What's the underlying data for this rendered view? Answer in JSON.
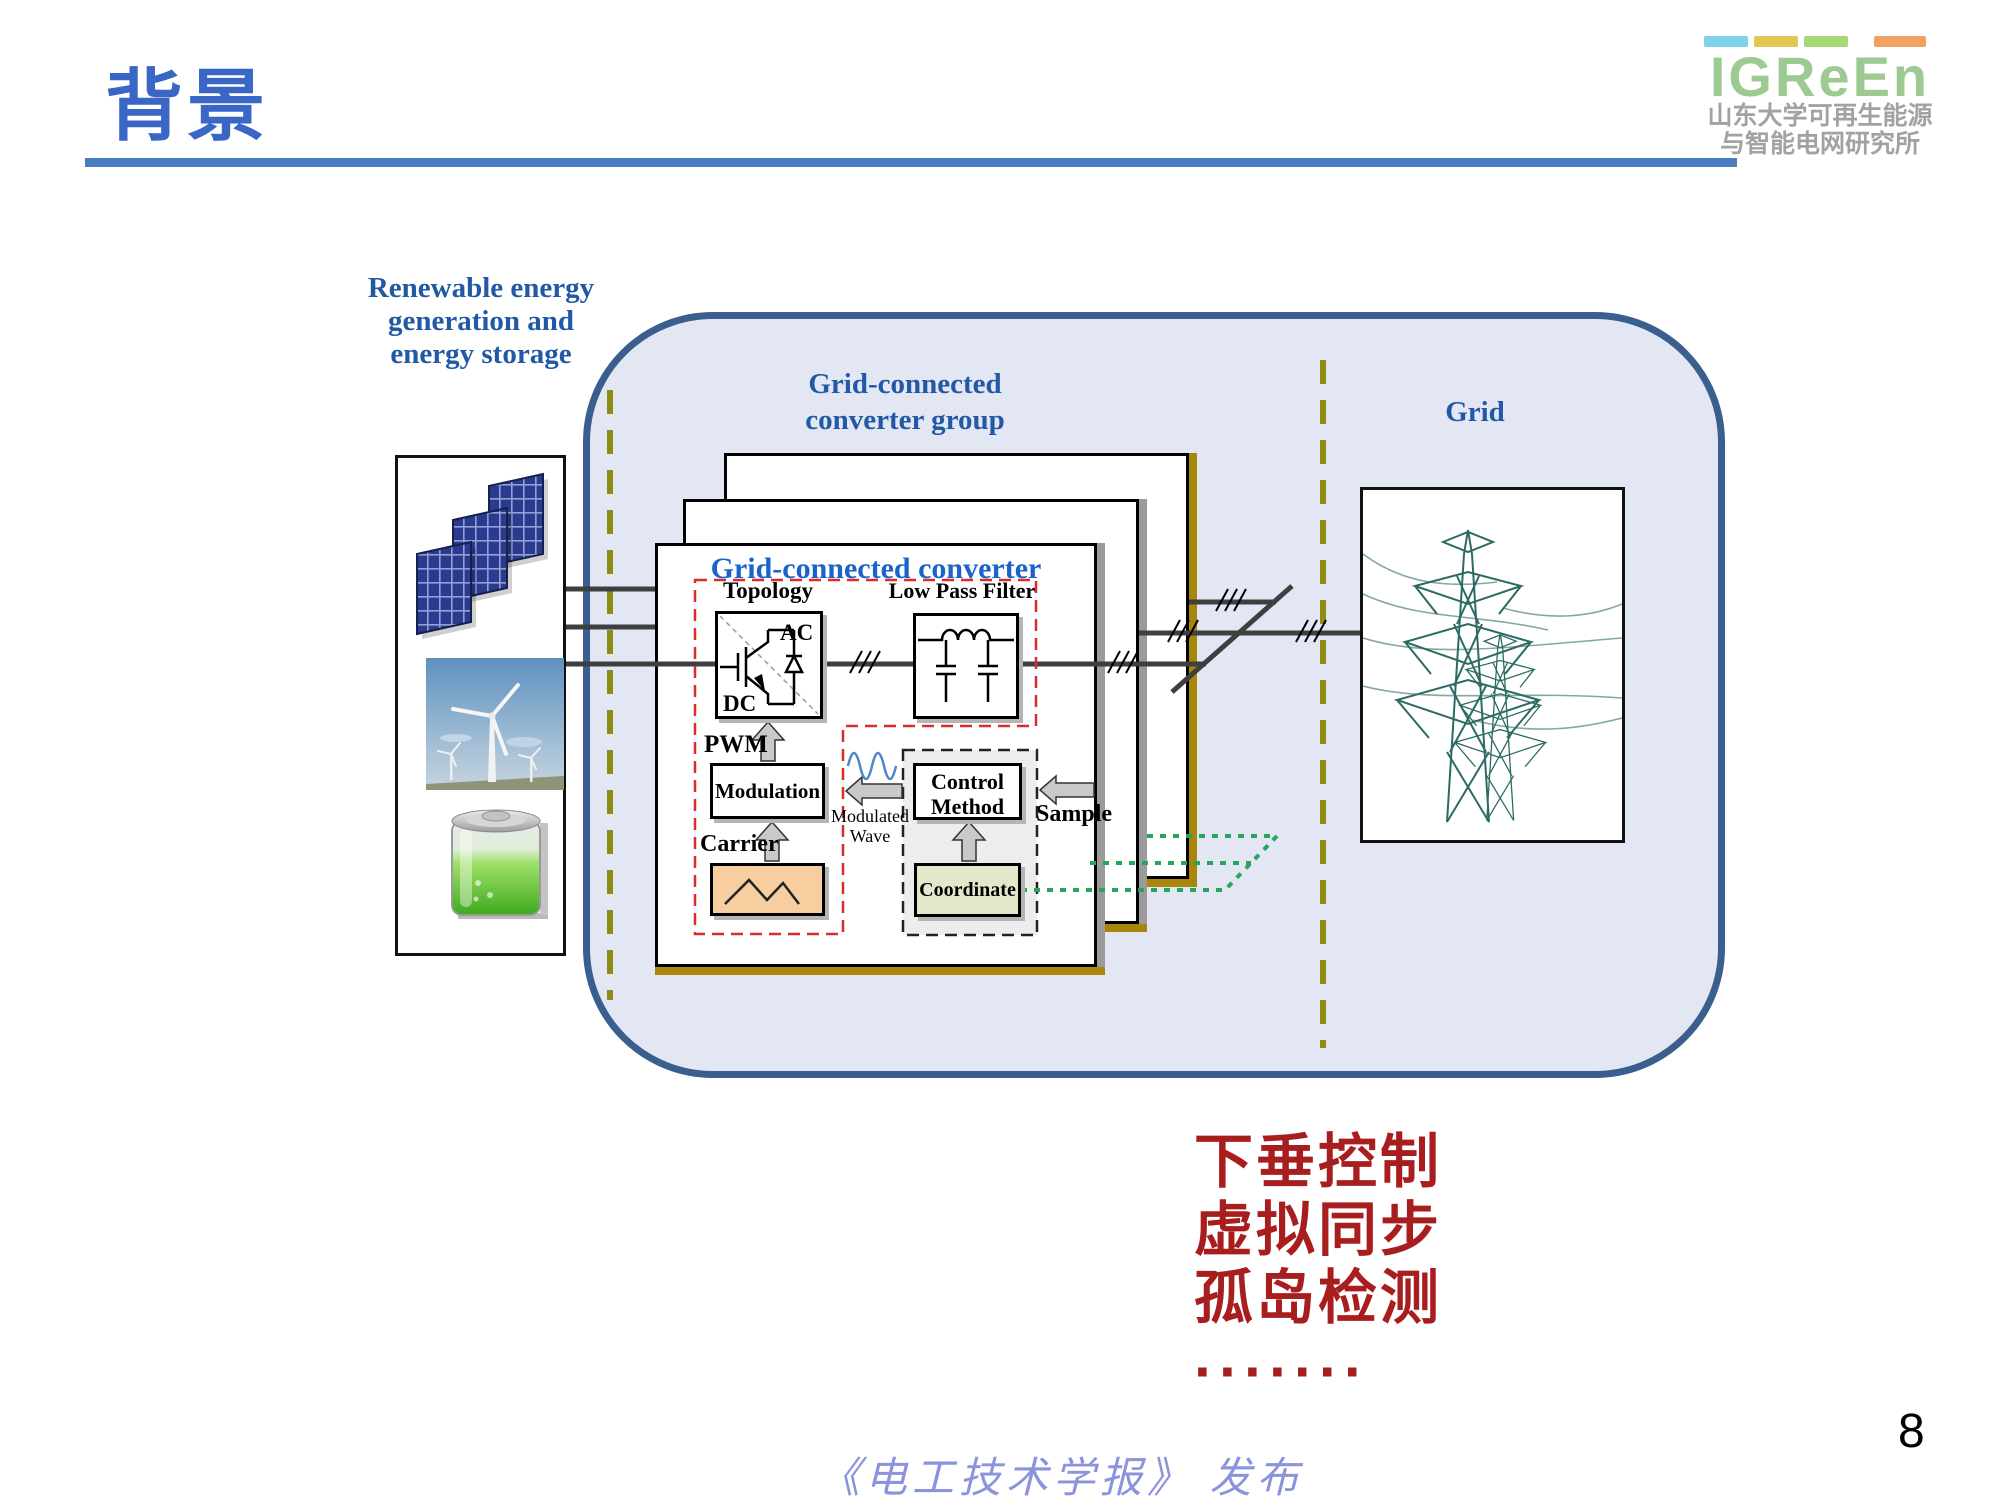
{
  "header": {
    "title": "背景"
  },
  "logo": {
    "wordmark": "IGReEn",
    "org_lines": [
      "山东大学可再生能源",
      "与智能电网研究所"
    ]
  },
  "diagram": {
    "source_label_lines": [
      "Renewable energy",
      "generation and",
      "energy storage"
    ],
    "group_label_lines": [
      "Grid-connected",
      "converter group"
    ],
    "grid_label": "Grid",
    "converter": {
      "title": "Grid-connected converter",
      "topology_label": "Topology",
      "lpf_label": "Low Pass Filter",
      "ac": "AC",
      "dc": "DC",
      "pwm": "PWM",
      "modulation": "Modulation",
      "carrier": "Carrier",
      "modulated_wave_lines": [
        "Modulated",
        "Wave"
      ],
      "control_lines": [
        "Control",
        "Method"
      ],
      "sample": "Sample",
      "coordinate": "Coordinate"
    }
  },
  "keywords": {
    "items": [
      "下垂控制",
      "虚拟同步",
      "孤岛检测"
    ],
    "ellipsis": "·······"
  },
  "footer": {
    "caption": "《电工技术学报》 发布",
    "page_number": "8"
  },
  "colors": {
    "accent_blue": "#3A67C6",
    "label_blue": "#2159A6",
    "keyword_red": "#A81E1E",
    "olive_dash": "#8E8E17",
    "green_dash": "#28A55C",
    "container_fill": "#E2E7F3",
    "container_border": "#3A5E8E"
  }
}
